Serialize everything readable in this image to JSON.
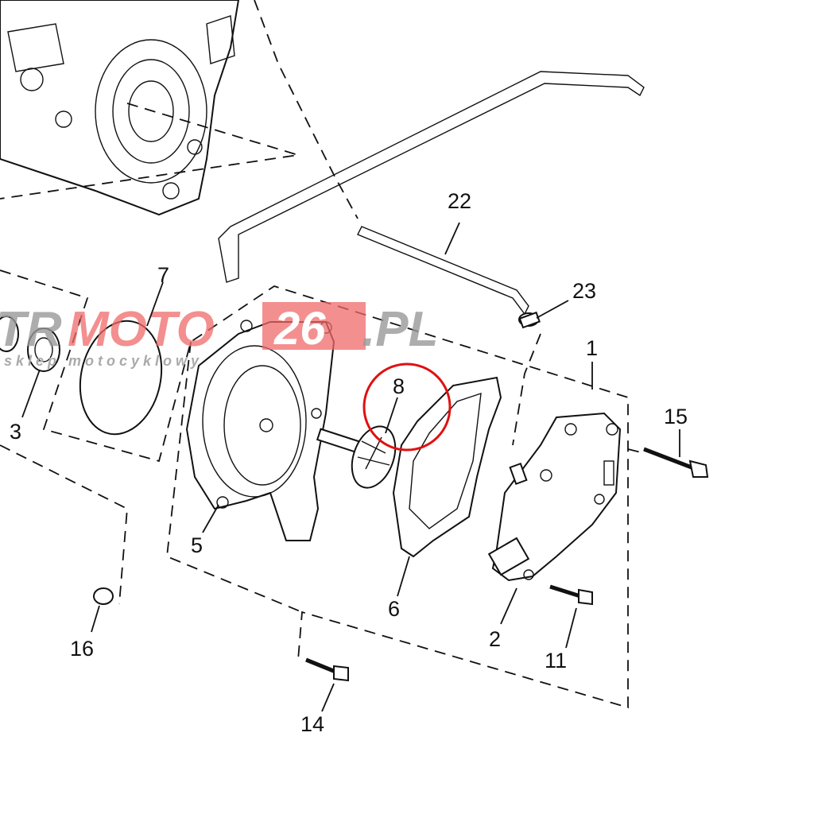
{
  "watermark": {
    "brand_prefix": "TR",
    "brand_main": "MOTO",
    "brand_box": "26",
    "brand_suffix": ".PL",
    "tagline": "sklep motocyklowy"
  },
  "highlight_color": "#e01010",
  "callouts": [
    {
      "id": "1",
      "label": "1"
    },
    {
      "id": "2",
      "label": "2"
    },
    {
      "id": "3",
      "label": "3"
    },
    {
      "id": "5",
      "label": "5"
    },
    {
      "id": "6",
      "label": "6"
    },
    {
      "id": "7",
      "label": "7"
    },
    {
      "id": "8",
      "label": "8",
      "highlighted": true
    },
    {
      "id": "11",
      "label": "11"
    },
    {
      "id": "14",
      "label": "14"
    },
    {
      "id": "15",
      "label": "15"
    },
    {
      "id": "16",
      "label": "16"
    },
    {
      "id": "22",
      "label": "22"
    },
    {
      "id": "23",
      "label": "23"
    }
  ]
}
